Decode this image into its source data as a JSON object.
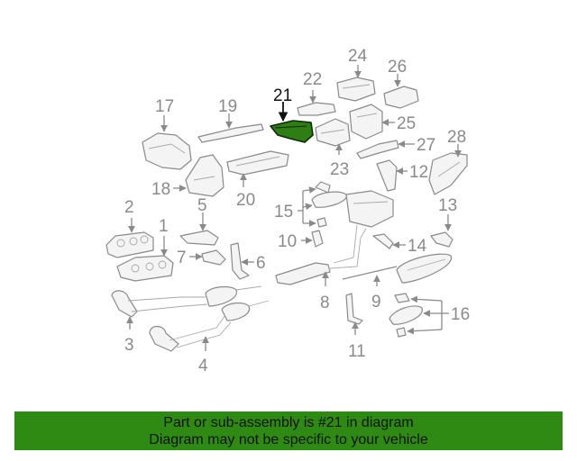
{
  "diagram": {
    "highlighted_callout": "21",
    "highlight_color": "#2e7d15",
    "callouts": [
      "1",
      "2",
      "3",
      "4",
      "5",
      "6",
      "7",
      "8",
      "9",
      "10",
      "11",
      "12",
      "13",
      "14",
      "15",
      "16",
      "17",
      "18",
      "19",
      "20",
      "21",
      "22",
      "23",
      "24",
      "25",
      "26",
      "27",
      "28"
    ]
  },
  "banner": {
    "line1": "Part or sub-assembly is #21 in diagram",
    "line2": "Diagram may not be specific to your vehicle",
    "background": "#2e8a12"
  }
}
